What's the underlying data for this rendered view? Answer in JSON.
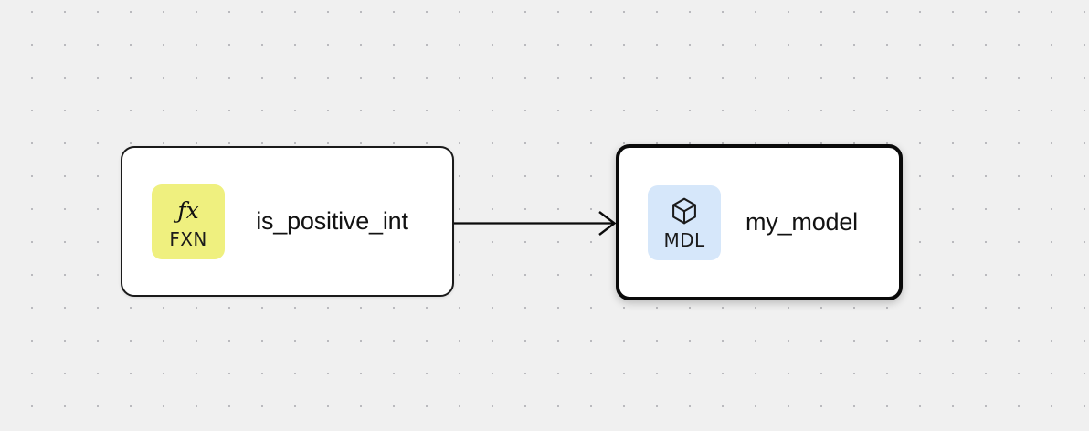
{
  "canvas": {
    "background_color": "#f0f0f0",
    "dot_color": "#a8a8ad",
    "dot_spacing": 36
  },
  "graph": {
    "nodes": [
      {
        "id": "fn-node",
        "title": "is_positive_int",
        "badge": {
          "glyph": "ƒx",
          "glyph_name": "function-fx-glyph",
          "label": "FXN",
          "color": "#eff07f"
        },
        "selected": false
      },
      {
        "id": "mdl-node",
        "title": "my_model",
        "badge": {
          "glyph": "cube",
          "glyph_name": "cube-icon",
          "label": "MDL",
          "color": "#d6e7fa"
        },
        "selected": true
      }
    ],
    "edges": [
      {
        "id": "edge-fn-to-mdl",
        "source": "fn-node",
        "target": "mdl-node",
        "color": "#0b0b0b",
        "arrow": "open-chevron"
      }
    ]
  }
}
